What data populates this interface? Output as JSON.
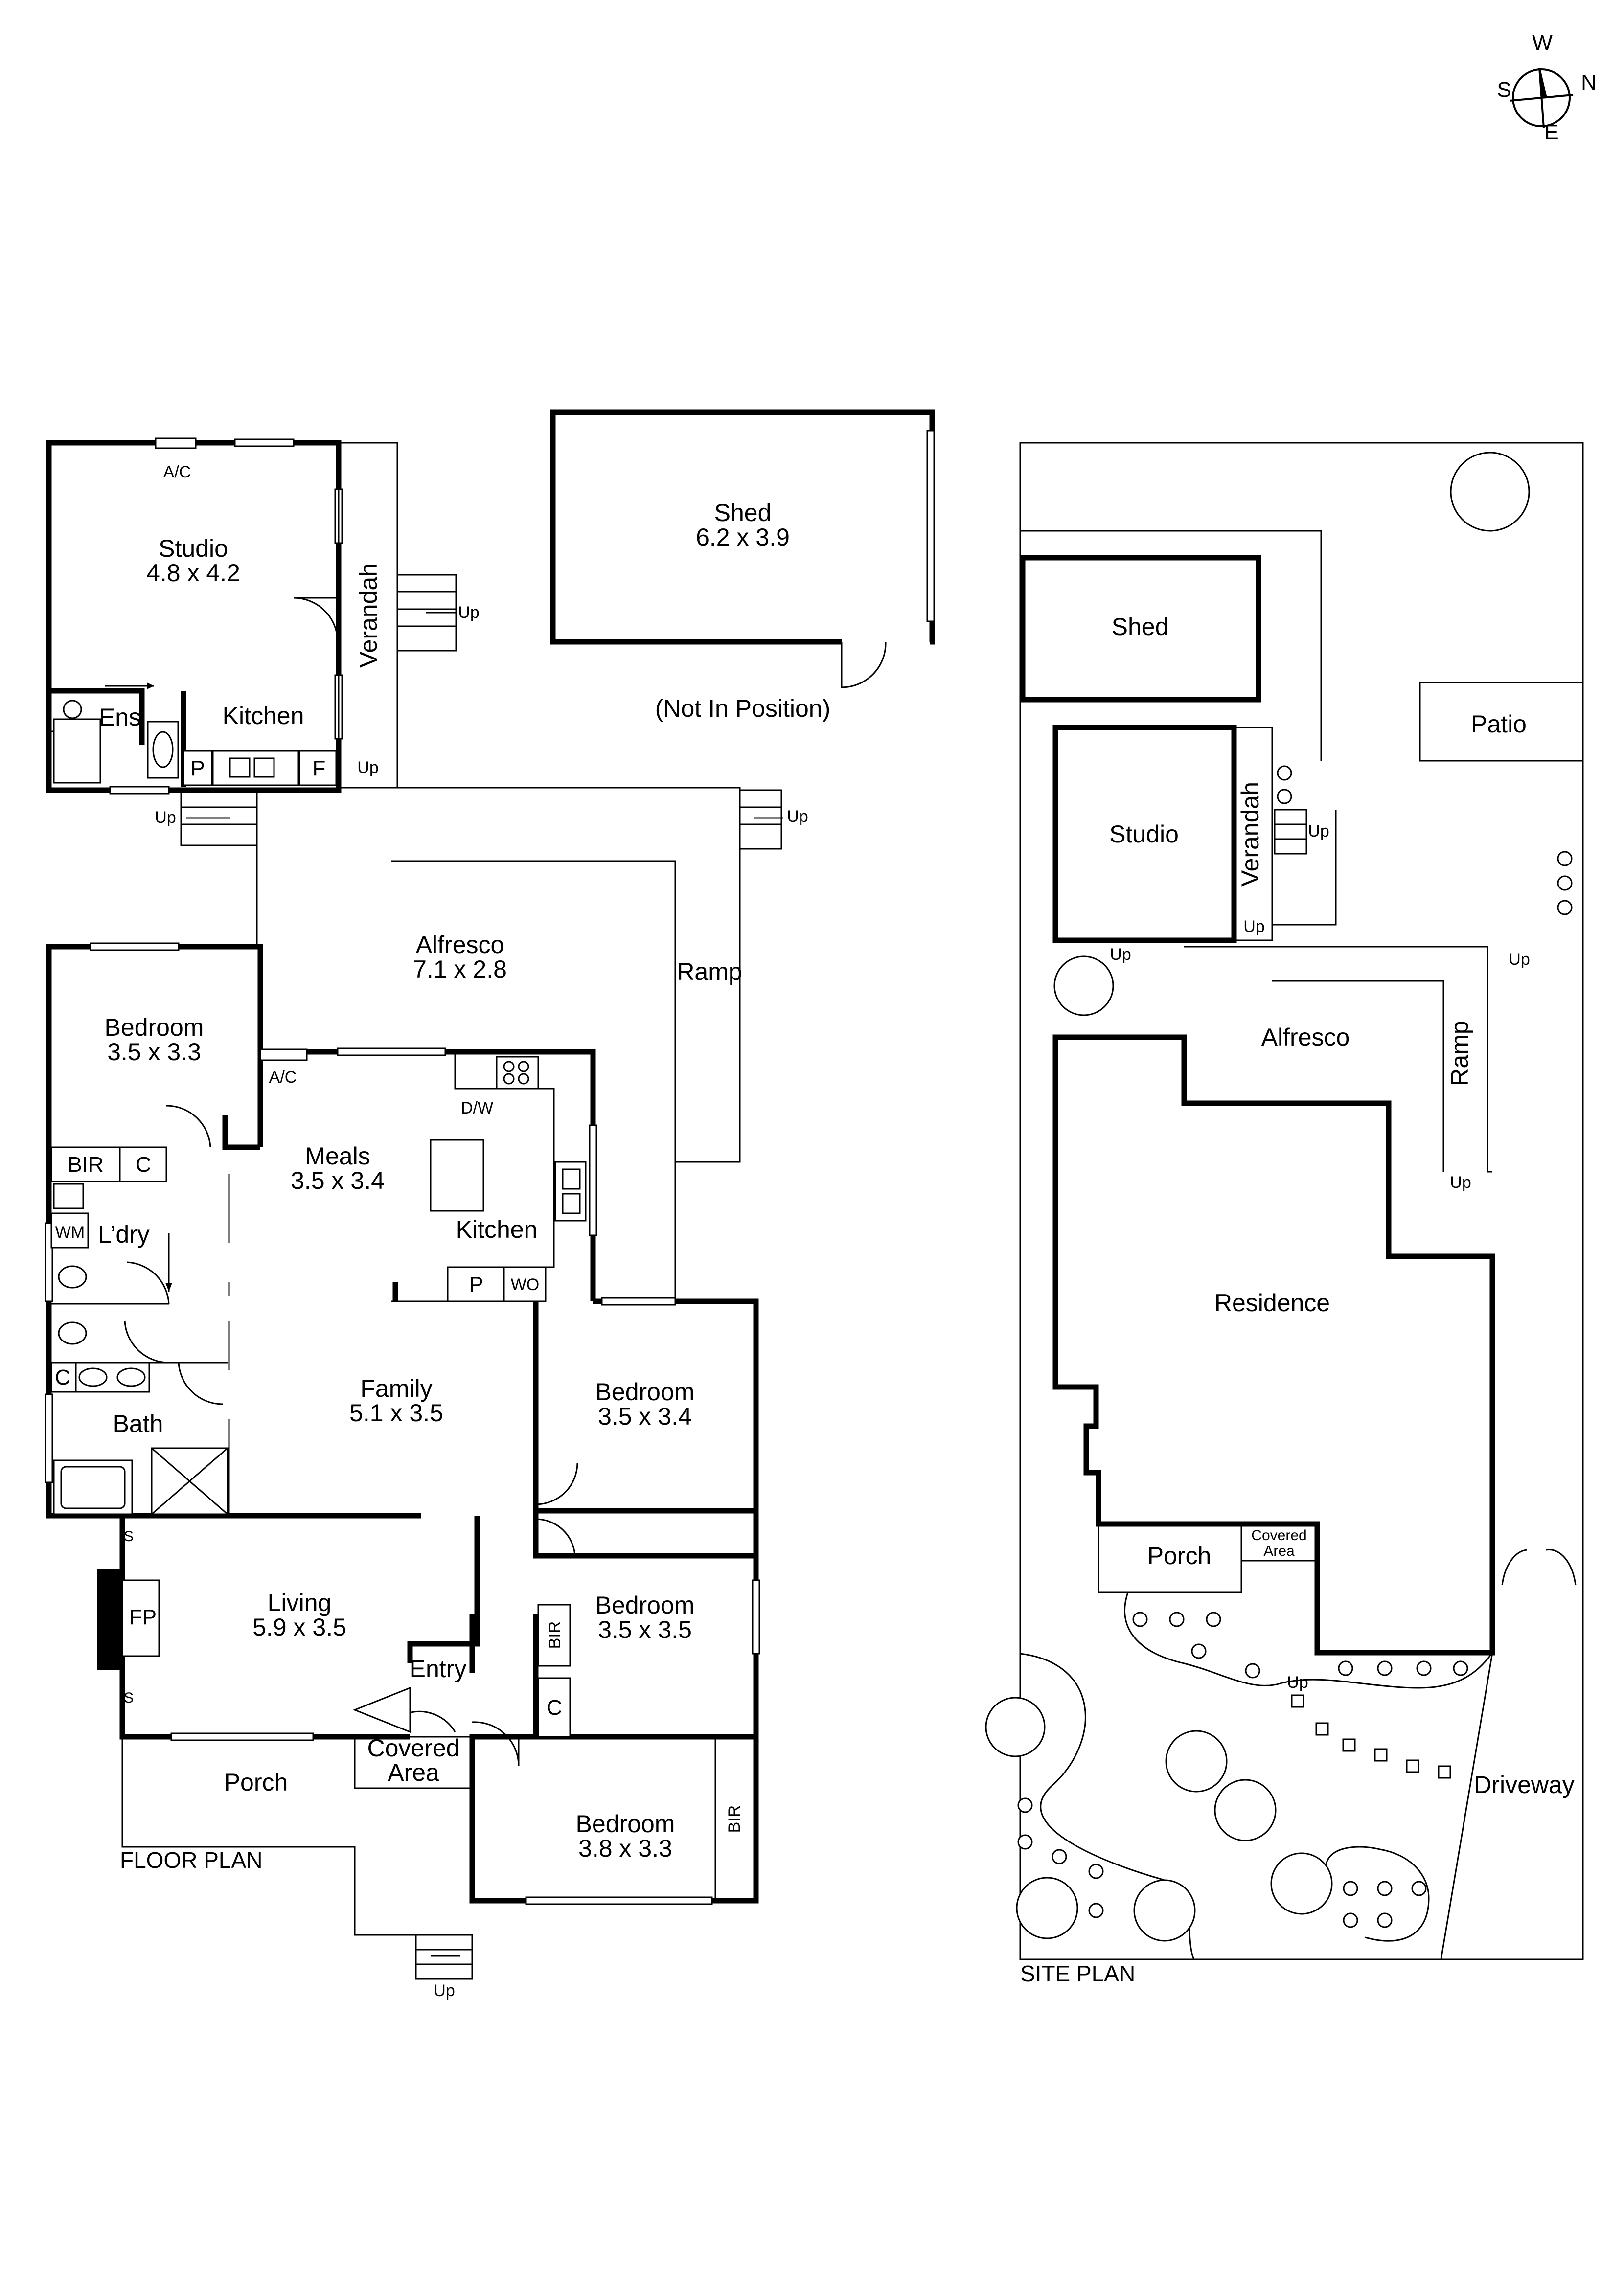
{
  "compass": {
    "n": "N",
    "s": "S",
    "e": "E",
    "w": "W"
  },
  "floor_plan": {
    "heading": "FLOOR PLAN",
    "studio": {
      "name": "Studio",
      "dims": "4.8 x 4.2"
    },
    "studio_ac": "A/C",
    "ens": "Ens",
    "studio_kitchen": "Kitchen",
    "studio_p": "P",
    "studio_f": "F",
    "verandah": "Verandah",
    "shed": {
      "name": "Shed",
      "dims": "6.2 x 3.9"
    },
    "shed_note": "(Not In Position)",
    "alfresco": {
      "name": "Alfresco",
      "dims": "7.1 x 2.8"
    },
    "ramp": "Ramp",
    "bedroom1": {
      "name": "Bedroom",
      "dims": "3.5 x 3.3"
    },
    "meals": {
      "name": "Meals",
      "dims": "3.5 x 3.4"
    },
    "meals_ac": "A/C",
    "dw": "D/W",
    "kitchen": "Kitchen",
    "kitchen_p": "P",
    "kitchen_wo": "WO",
    "bir": "BIR",
    "c": "C",
    "wm": "WM",
    "laundry": "L’dry",
    "bath": "Bath",
    "bath_c": "C",
    "family": {
      "name": "Family",
      "dims": "5.1 x 3.5"
    },
    "bedroom2": {
      "name": "Bedroom",
      "dims": "3.5 x 3.4"
    },
    "bedroom3": {
      "name": "Bedroom",
      "dims": "3.5 x 3.5"
    },
    "bedroom3_bir": "BIR",
    "bedroom3_c": "C",
    "living": {
      "name": "Living",
      "dims": "5.9 x 3.5"
    },
    "fp": "FP",
    "s": "S",
    "entry": "Entry",
    "covered_area": [
      "Covered",
      "Area"
    ],
    "porch": "Porch",
    "bedroom4": {
      "name": "Bedroom",
      "dims": "3.8 x 3.3"
    },
    "bedroom4_bir": "BIR",
    "up": "Up"
  },
  "site_plan": {
    "heading": "SITE PLAN",
    "shed": "Shed",
    "patio": "Patio",
    "studio": "Studio",
    "verandah": "Verandah",
    "alfresco": "Alfresco",
    "ramp": "Ramp",
    "residence": "Residence",
    "porch": "Porch",
    "covered_area": [
      "Covered",
      "Area"
    ],
    "driveway": "Driveway",
    "up": "Up"
  }
}
